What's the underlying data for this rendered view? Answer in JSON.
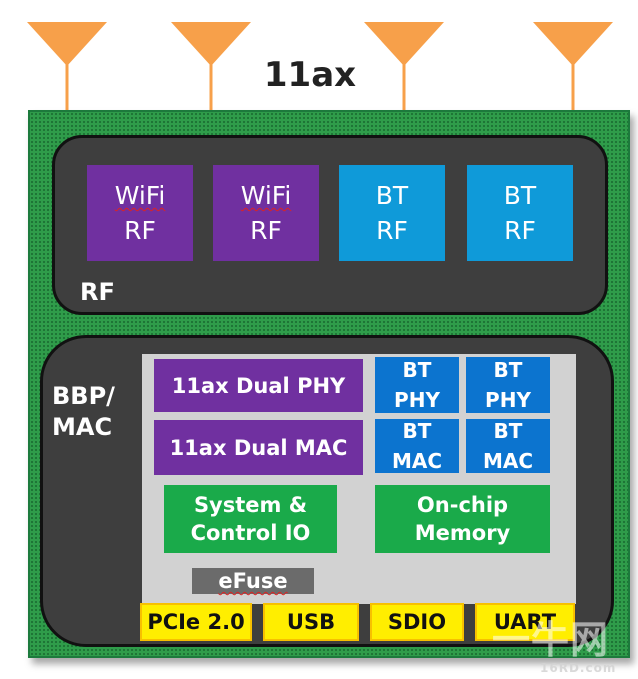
{
  "title": "11ax",
  "colors": {
    "board": "#2f9c4a",
    "panel": "#3e3e3e",
    "wifi_purple": "#7030a0",
    "bt_blue": "#0f9ad9",
    "mac_blue": "#0c74cf",
    "green_block": "#1aaa4a",
    "interface_yellow": "#ffee00",
    "antenna_orange": "#f7a04a"
  },
  "antennas": [
    {
      "icon": "antenna-icon"
    },
    {
      "icon": "antenna-icon"
    },
    {
      "icon": "antenna-icon"
    },
    {
      "icon": "antenna-icon"
    }
  ],
  "rf": {
    "label": "RF",
    "blocks": [
      {
        "line1": "WiFi",
        "line2": "RF"
      },
      {
        "line1": "WiFi",
        "line2": "RF"
      },
      {
        "line1": "BT",
        "line2": "RF"
      },
      {
        "line1": "BT",
        "line2": "RF"
      }
    ]
  },
  "bbp": {
    "label": "BBP/\nMAC",
    "dual_phy": "11ax Dual PHY",
    "dual_mac": "11ax Dual MAC",
    "bt_phy": [
      "BT\nPHY",
      "BT\nPHY"
    ],
    "bt_mac": [
      "BT\nMAC",
      "BT\nMAC"
    ],
    "system_io": "System &\nControl IO",
    "memory": "On-chip\nMemory",
    "efuse": "eFuse",
    "interfaces": [
      "PCIe 2.0",
      "USB",
      "SDIO",
      "UART"
    ]
  },
  "watermark": {
    "text": "一牛网",
    "url": "16RD.com"
  }
}
